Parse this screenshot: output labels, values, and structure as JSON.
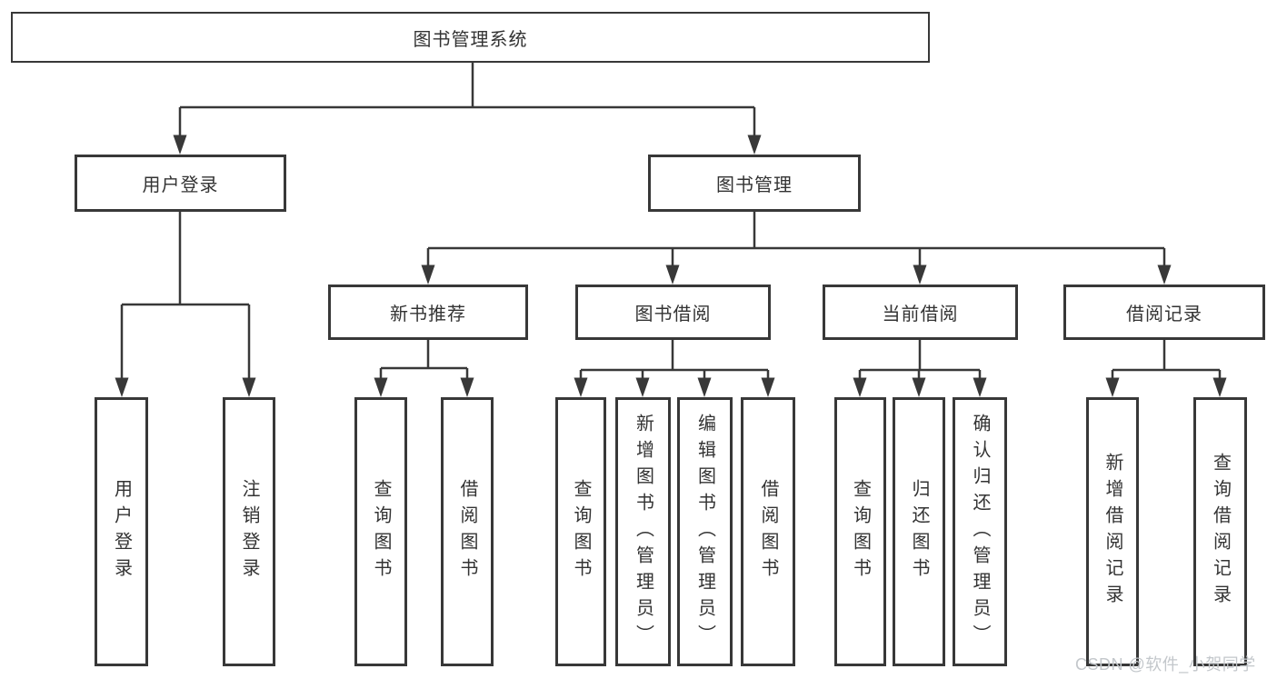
{
  "diagram": {
    "root": {
      "label": "图书管理系统"
    },
    "branches": [
      {
        "label": "用户登录",
        "children": [
          {
            "label": "用户登录"
          },
          {
            "label": "注销登录"
          }
        ]
      },
      {
        "label": "图书管理",
        "children": [
          {
            "label": "新书推荐",
            "children": [
              {
                "label": "查询图书"
              },
              {
                "label": "借阅图书"
              }
            ]
          },
          {
            "label": "图书借阅",
            "children": [
              {
                "label": "查询图书"
              },
              {
                "label": "新增图书（管理员）"
              },
              {
                "label": "编辑图书（管理员）"
              },
              {
                "label": "借阅图书"
              }
            ]
          },
          {
            "label": "当前借阅",
            "children": [
              {
                "label": "查询图书"
              },
              {
                "label": "归还图书"
              },
              {
                "label": "确认归还（管理员）"
              }
            ]
          },
          {
            "label": "借阅记录",
            "children": [
              {
                "label": "新增借阅记录"
              },
              {
                "label": "查询借阅记录"
              }
            ]
          }
        ]
      }
    ]
  },
  "watermark": {
    "text": "CSDN @软件_小贺同学"
  },
  "colors": {
    "line": "#383838",
    "text": "#333333",
    "watermark": "#c3c7cb",
    "background": "#ffffff"
  }
}
